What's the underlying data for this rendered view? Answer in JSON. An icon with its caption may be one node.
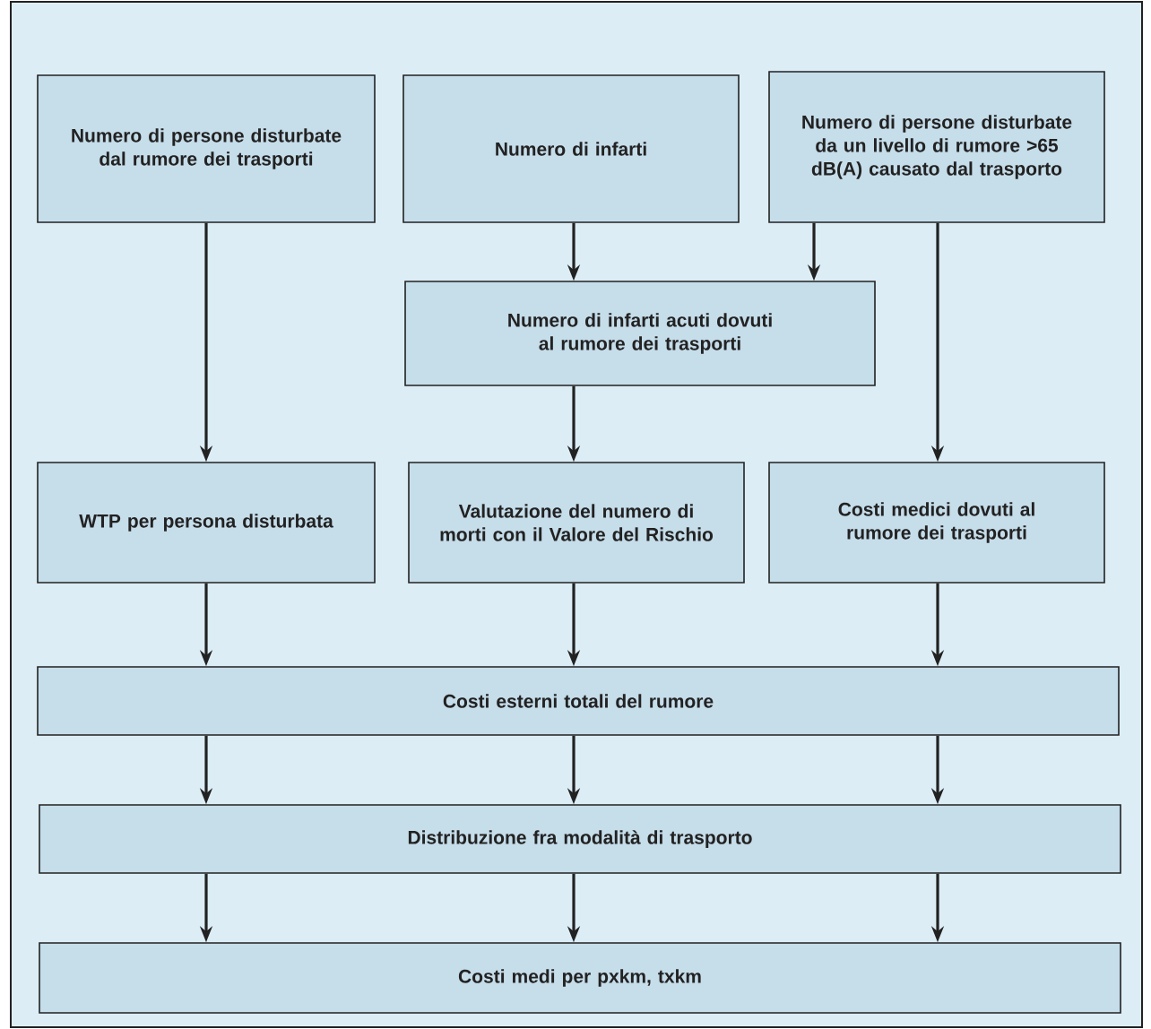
{
  "diagram": {
    "nodes": [
      {
        "text": [
          "Numero di persone disturbate dal rumore dei trasporti"
        ]
      },
      {
        "text": [
          "Numero di infarti"
        ]
      },
      {
        "text": [
          "Numero di persone disturbate da un livello di rumore >65 dB(A) causato dal trasporto"
        ]
      },
      {
        "text": [
          "Numero di infarti acuti dovuti al rumore dei trasporti"
        ]
      },
      {
        "text": [
          "WTP per persona disturbata"
        ]
      },
      {
        "text": [
          "Valutazione del numero di morti con il Valore del Rischio"
        ]
      },
      {
        "text": [
          "Costi medici dovuti al rumore dei trasporti"
        ]
      },
      {
        "text": [
          "Costi esterni totali del rumore"
        ]
      },
      {
        "text": [
          "Distribuzione fra modalità di trasporto"
        ]
      },
      {
        "text": [
          "Costi medi per pxkm, txkm"
        ]
      }
    ],
    "edges": [
      {
        "from": 0,
        "to": 4,
        "arrow": "to"
      },
      {
        "from": 1,
        "to": 3,
        "arrow": "to"
      },
      {
        "from": 2,
        "to": 3,
        "arrow": "to"
      },
      {
        "from": 2,
        "to": 6,
        "arrow": "to"
      },
      {
        "from": 3,
        "to": 5,
        "arrow": "to"
      },
      {
        "from": 4,
        "to": 7,
        "arrow": "to"
      },
      {
        "from": 5,
        "to": 7,
        "arrow": "to"
      },
      {
        "from": 6,
        "to": 7,
        "arrow": "to"
      },
      {
        "from": 7,
        "to": 8,
        "arrow": "to"
      },
      {
        "from": 7,
        "to": 8,
        "arrow": "to"
      },
      {
        "from": 7,
        "to": 8,
        "arrow": "to"
      },
      {
        "from": 8,
        "to": 9,
        "arrow": "to"
      },
      {
        "from": 8,
        "to": 9,
        "arrow": "to"
      },
      {
        "from": 8,
        "to": 9,
        "arrow": "to"
      }
    ]
  }
}
